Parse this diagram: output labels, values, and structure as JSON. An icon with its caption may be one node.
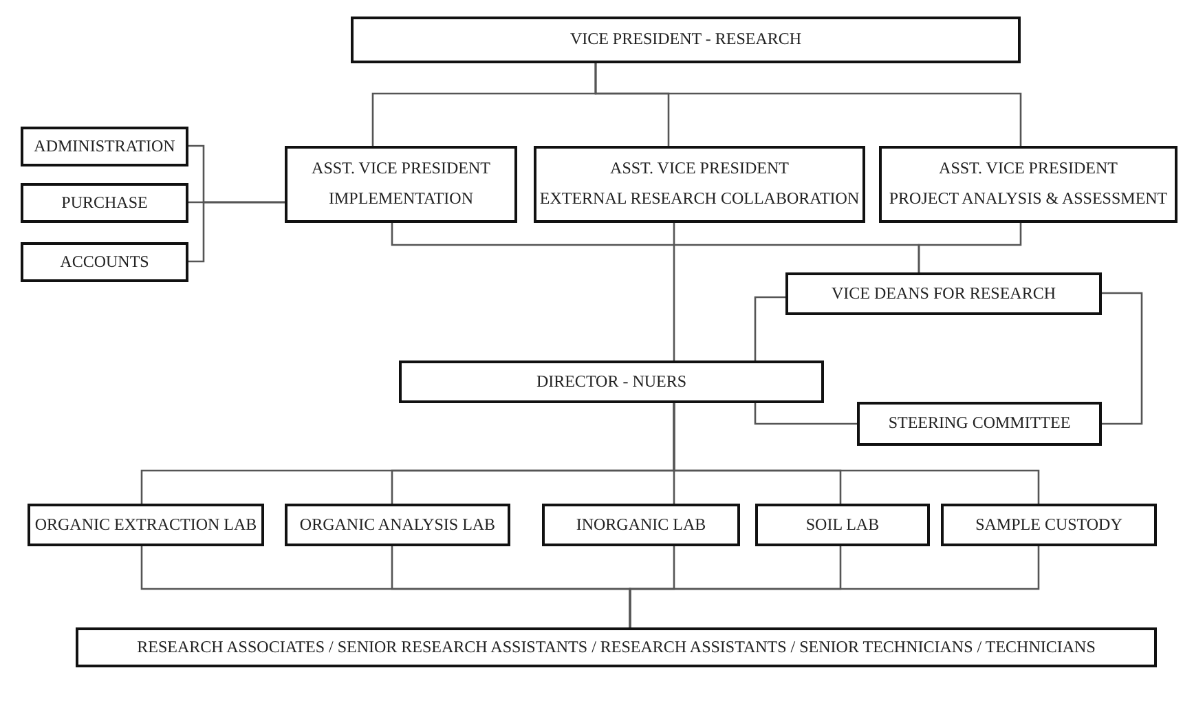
{
  "diagram": {
    "nodes": [
      {
        "text": [
          "VICE PRESIDENT - RESEARCH"
        ]
      },
      {
        "text": [
          "ADMINISTRATION"
        ]
      },
      {
        "text": [
          "PURCHASE"
        ]
      },
      {
        "text": [
          "ACCOUNTS"
        ]
      },
      {
        "text": [
          "ASST. VICE PRESIDENT",
          "IMPLEMENTATION"
        ]
      },
      {
        "text": [
          "ASST. VICE PRESIDENT",
          "EXTERNAL RESEARCH COLLABORATION"
        ]
      },
      {
        "text": [
          "ASST. VICE PRESIDENT",
          "PROJECT ANALYSIS & ASSESSMENT"
        ]
      },
      {
        "text": [
          "VICE DEANS FOR RESEARCH"
        ]
      },
      {
        "text": [
          "DIRECTOR - NUERS"
        ]
      },
      {
        "text": [
          "STEERING COMMITTEE"
        ]
      },
      {
        "text": [
          "ORGANIC EXTRACTION LAB"
        ]
      },
      {
        "text": [
          "ORGANIC ANALYSIS LAB"
        ]
      },
      {
        "text": [
          "INORGANIC LAB"
        ]
      },
      {
        "text": [
          "SOIL LAB"
        ]
      },
      {
        "text": [
          "SAMPLE CUSTODY"
        ]
      },
      {
        "text": [
          "RESEARCH ASSOCIATES / SENIOR RESEARCH ASSISTANTS / RESEARCH ASSISTANTS / SENIOR TECHNICIANS / TECHNICIANS"
        ]
      }
    ],
    "edges": [
      {
        "from": 0,
        "to": 4,
        "arrow": "none"
      },
      {
        "from": 0,
        "to": 5,
        "arrow": "none"
      },
      {
        "from": 0,
        "to": 6,
        "arrow": "none"
      },
      {
        "from": 4,
        "to": 1,
        "arrow": "none"
      },
      {
        "from": 4,
        "to": 2,
        "arrow": "none"
      },
      {
        "from": 4,
        "to": 3,
        "arrow": "none"
      },
      {
        "from": 4,
        "to": 7,
        "arrow": "none"
      },
      {
        "from": 6,
        "to": 7,
        "arrow": "none"
      },
      {
        "from": 5,
        "to": 8,
        "arrow": "none"
      },
      {
        "from": 7,
        "to": 8,
        "arrow": "none"
      },
      {
        "from": 8,
        "to": 9,
        "arrow": "none"
      },
      {
        "from": 7,
        "to": 9,
        "arrow": "none"
      },
      {
        "from": 8,
        "to": 10,
        "arrow": "none"
      },
      {
        "from": 8,
        "to": 11,
        "arrow": "none"
      },
      {
        "from": 8,
        "to": 12,
        "arrow": "none"
      },
      {
        "from": 8,
        "to": 13,
        "arrow": "none"
      },
      {
        "from": 8,
        "to": 14,
        "arrow": "none"
      },
      {
        "from": 10,
        "to": 15,
        "arrow": "none"
      },
      {
        "from": 11,
        "to": 15,
        "arrow": "none"
      },
      {
        "from": 12,
        "to": 15,
        "arrow": "none"
      },
      {
        "from": 13,
        "to": 15,
        "arrow": "none"
      },
      {
        "from": 14,
        "to": 15,
        "arrow": "none"
      }
    ]
  }
}
